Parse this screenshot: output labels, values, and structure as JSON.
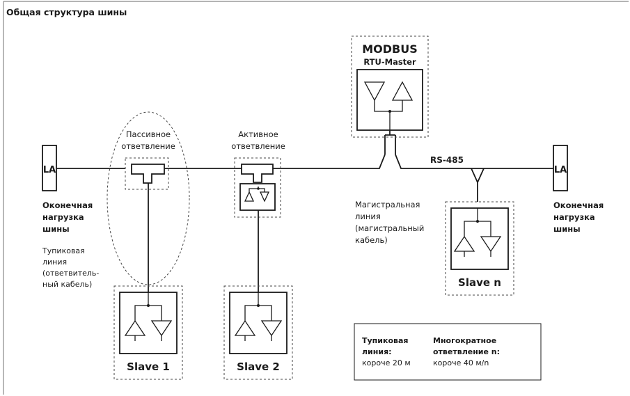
{
  "title": "Общая структура шины",
  "la_label": "LA",
  "termination": [
    "Оконечная",
    "нагрузка",
    "шины"
  ],
  "stub_line": [
    "Тупиковая",
    "линия",
    "(ответвитель-",
    "ный кабель)"
  ],
  "passive_tap": [
    "Пассивное",
    "ответвление"
  ],
  "active_tap": [
    "Активное",
    "ответвление"
  ],
  "trunk_line": [
    "Магистральная",
    "линия",
    "(магистральный",
    "кабель)"
  ],
  "master": {
    "line1": "MODBUS",
    "line2": "RTU-Master"
  },
  "bus_label": "RS-485",
  "slaves": [
    "Slave 1",
    "Slave 2",
    "Slave n"
  ],
  "notes": {
    "stub": {
      "header": [
        "Тупиковая",
        "линия:"
      ],
      "value": "короче 20 м"
    },
    "multi": {
      "header": [
        "Многократное",
        "ответвление n:"
      ],
      "value": "короче 40 м/n"
    }
  }
}
